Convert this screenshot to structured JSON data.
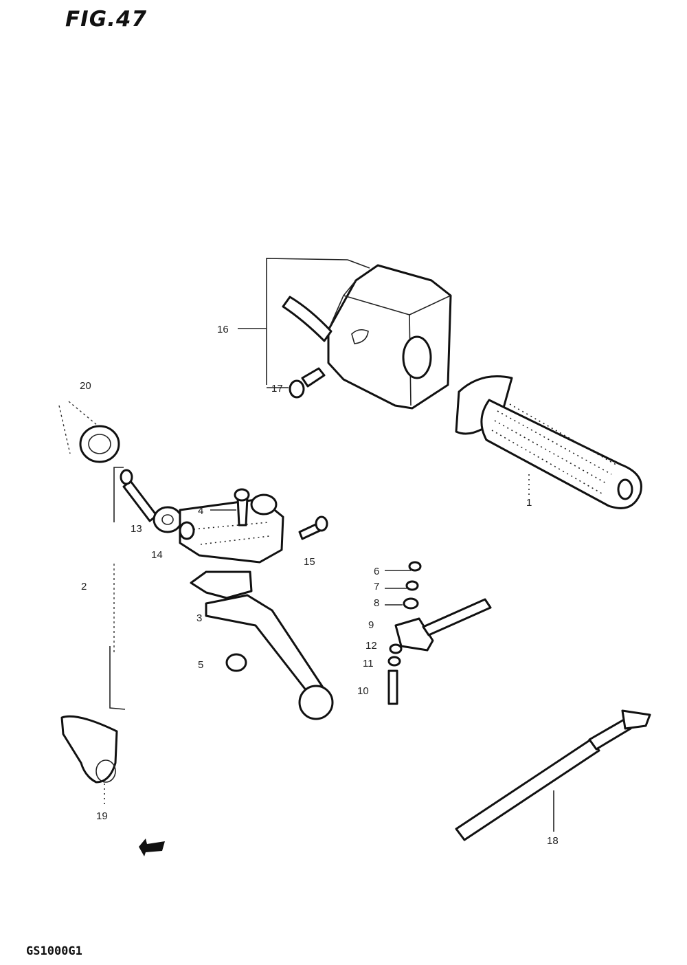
{
  "figure": {
    "title": "FIG.47",
    "model": "GS1000G1"
  },
  "callouts": {
    "c1": "1",
    "c2": "2",
    "c3": "3",
    "c4": "4",
    "c5": "5",
    "c6": "6",
    "c7": "7",
    "c8": "8",
    "c9": "9",
    "c10": "10",
    "c11": "11",
    "c12": "12",
    "c13": "13",
    "c14": "14",
    "c15": "15",
    "c16": "16",
    "c17": "17",
    "c18": "18",
    "c19": "19",
    "c20": "20"
  },
  "icons": {
    "front_arrow": "front-direction-arrow-icon"
  }
}
